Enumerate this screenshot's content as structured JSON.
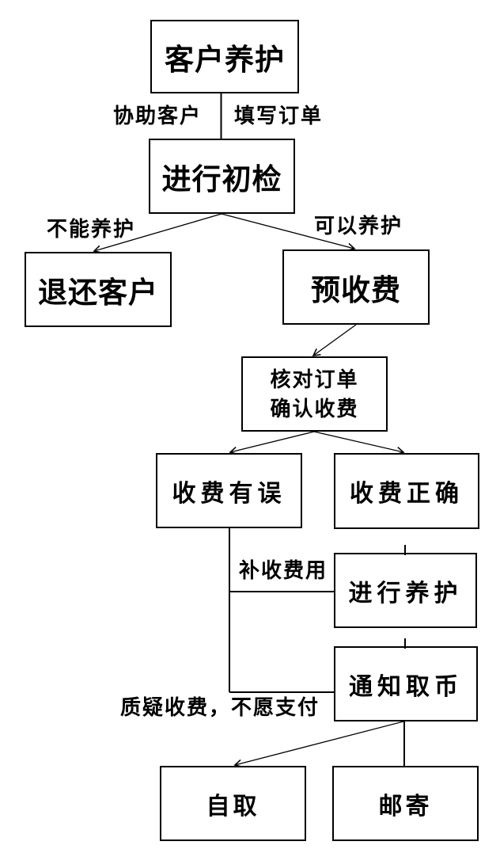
{
  "canvas": {
    "background": "#ffffff",
    "line_color": "#000000"
  },
  "flowchart": {
    "nodes": [
      {
        "id": "customer-care",
        "label": "客户养护"
      },
      {
        "id": "initial-inspection",
        "label": "进行初检"
      },
      {
        "id": "return-to-customer",
        "label": "退还客户"
      },
      {
        "id": "pre-charge",
        "label": "预收费"
      },
      {
        "id": "verify-order-confirm-fee",
        "label": "核对订单\n确认收费"
      },
      {
        "id": "fee-incorrect",
        "label": "收费有误"
      },
      {
        "id": "fee-correct",
        "label": "收费正确"
      },
      {
        "id": "perform-care",
        "label": "进行养护"
      },
      {
        "id": "notify-coin-pickup",
        "label": "通知取币"
      },
      {
        "id": "self-pickup",
        "label": "自取"
      },
      {
        "id": "mail",
        "label": "邮寄"
      }
    ],
    "edge_labels": [
      {
        "id": "assist-customer",
        "text": "协助客户"
      },
      {
        "id": "fill-order",
        "text": "填写订单"
      },
      {
        "id": "cannot-care",
        "text": "不能养护"
      },
      {
        "id": "can-care",
        "text": "可以养护"
      },
      {
        "id": "supplement-fee",
        "text": "补收费用"
      },
      {
        "id": "dispute-fee-refuse-pay",
        "text": "质疑收费，不愿支付"
      }
    ]
  }
}
